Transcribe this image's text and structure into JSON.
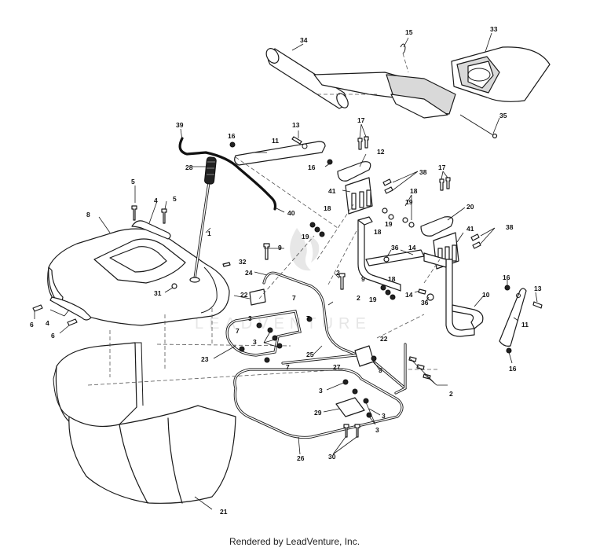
{
  "diagram": {
    "watermark": "LEADVENTURE",
    "footer": "Rendered by LeadVenture, Inc.",
    "callouts": [
      "1",
      "2",
      "3",
      "4",
      "5",
      "6",
      "7",
      "8",
      "9",
      "10",
      "11",
      "12",
      "13",
      "14",
      "15",
      "16",
      "17",
      "18",
      "19",
      "20",
      "21",
      "22",
      "23",
      "24",
      "25",
      "26",
      "27",
      "28",
      "29",
      "30",
      "31",
      "32",
      "33",
      "34",
      "35",
      "36",
      "38",
      "39",
      "40",
      "41"
    ]
  }
}
